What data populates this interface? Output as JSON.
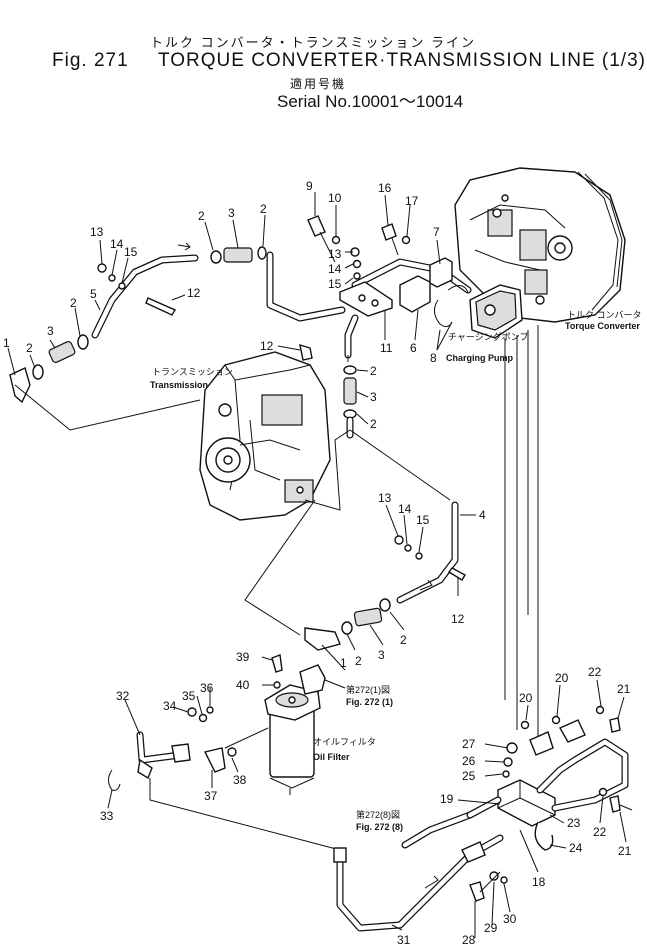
{
  "header": {
    "title_jp": "トルク コンバータ・トランスミッション ライン",
    "fig_no": "Fig. 271",
    "title_en": "TORQUE CONVERTER·TRANSMISSION LINE (1/3)",
    "serial_jp": "適用号機",
    "serial_en": "Serial No.10001～10014"
  },
  "components": {
    "torque_converter_jp": "トルク コンバータ",
    "torque_converter_en": "Torque Converter",
    "charging_pump_jp": "チャージングポンプ",
    "charging_pump_en": "Charging Pump",
    "transmission_jp": "トランスミッション",
    "transmission_en": "Transmission",
    "oil_filter_jp": "オイルフィルタ",
    "oil_filter_en": "Oil Filter",
    "ref_1_jp": "第272(1)図",
    "ref_1_en": "Fig. 272 (1)",
    "ref_8_jp": "第272(8)図",
    "ref_8_en": "Fig. 272 (8)"
  },
  "callouts": [
    "1",
    "2",
    "3",
    "4",
    "5",
    "6",
    "7",
    "8",
    "9",
    "10",
    "11",
    "12",
    "13",
    "14",
    "15",
    "16",
    "17",
    "18",
    "19",
    "20",
    "21",
    "22",
    "23",
    "24",
    "25",
    "26",
    "27",
    "28",
    "29",
    "30",
    "31",
    "32",
    "33",
    "34",
    "35",
    "36",
    "37",
    "38",
    "39",
    "40"
  ]
}
